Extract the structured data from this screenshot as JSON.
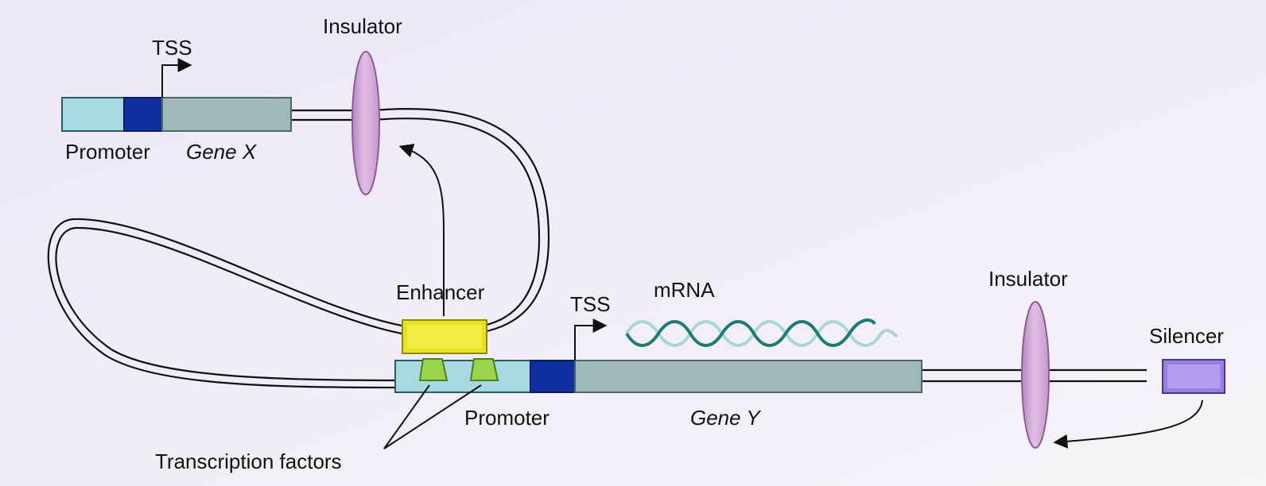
{
  "labels": {
    "tss_top": "TSS",
    "insulator_top": "Insulator",
    "promoter_top": "Promoter",
    "gene_x": "Gene X",
    "enhancer": "Enhancer",
    "tss_bottom": "TSS",
    "mrna": "mRNA",
    "insulator_right": "Insulator",
    "silencer": "Silencer",
    "promoter_bottom": "Promoter",
    "gene_y": "Gene Y",
    "transcription_factors": "Transcription factors"
  },
  "colors": {
    "background": "#f3eef8",
    "promoter": "#a6d9e2",
    "tss_block": "#1030a0",
    "gene": "#9fb9b8",
    "insulator": "#d7a6db",
    "enhancer": "#e8e020",
    "transcription_factor": "#9ad44a",
    "silencer": "#9b7fe0",
    "mrna_dark": "#1e7a78",
    "mrna_light": "#a8d8d4"
  }
}
